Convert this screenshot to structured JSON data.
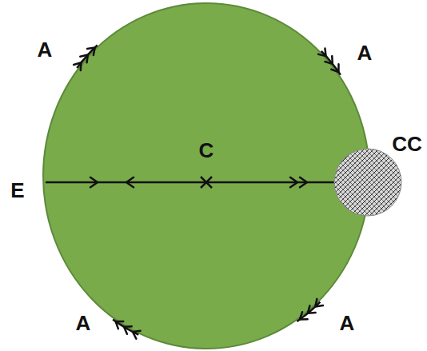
{
  "diagram": {
    "labels": [
      "A",
      "A",
      "E",
      "C",
      "CC",
      "A",
      "A"
    ]
  }
}
